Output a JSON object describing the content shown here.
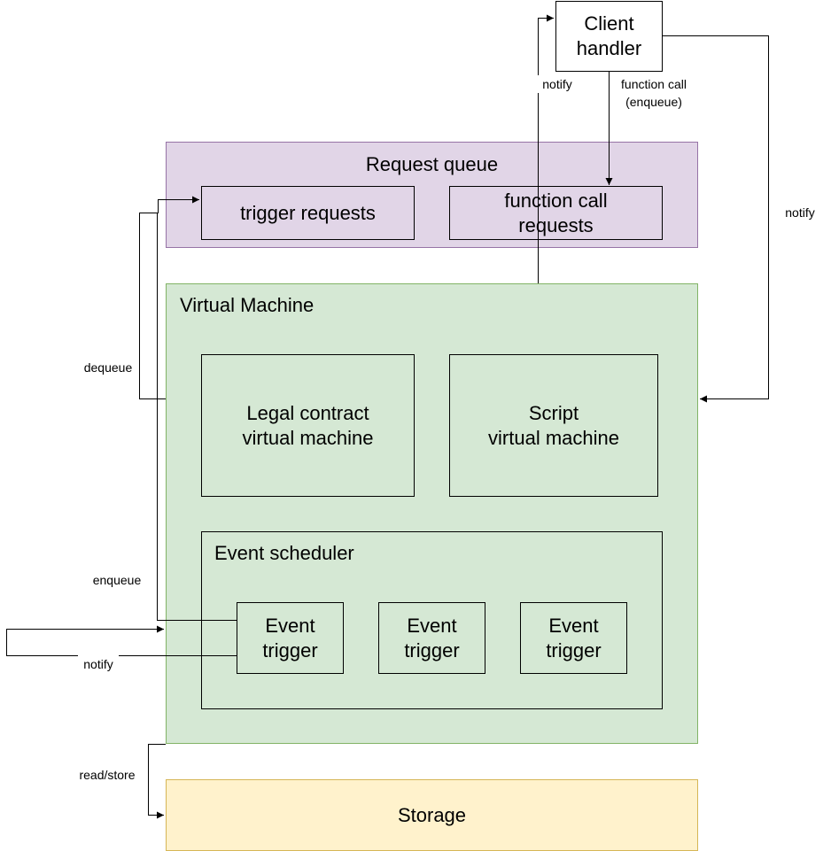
{
  "client_handler": {
    "label": "Client\nhandler"
  },
  "request_queue": {
    "title": "Request queue",
    "trigger_requests": "trigger requests",
    "function_call_requests": "function call\nrequests"
  },
  "virtual_machine": {
    "title": "Virtual Machine",
    "legal_contract_vm": "Legal contract\nvirtual machine",
    "script_vm": "Script\nvirtual machine"
  },
  "event_scheduler": {
    "title": "Event scheduler",
    "triggers": [
      "Event\ntrigger",
      "Event\ntrigger",
      "Event\ntrigger"
    ]
  },
  "storage": {
    "label": "Storage"
  },
  "edge_labels": {
    "notify_top": "notify",
    "function_call": "function call\n(enqueue)",
    "notify_right": "notify",
    "dequeue": "dequeue",
    "enqueue": "enqueue",
    "notify_left": "notify",
    "read_store": "read/store"
  },
  "colors": {
    "request_queue_fill": "#e1d5e7",
    "request_queue_stroke": "#9673a6",
    "vm_fill": "#d5e8d4",
    "vm_stroke": "#82b366",
    "storage_fill": "#fff2cc",
    "storage_stroke": "#d6b656",
    "line": "#000000"
  }
}
